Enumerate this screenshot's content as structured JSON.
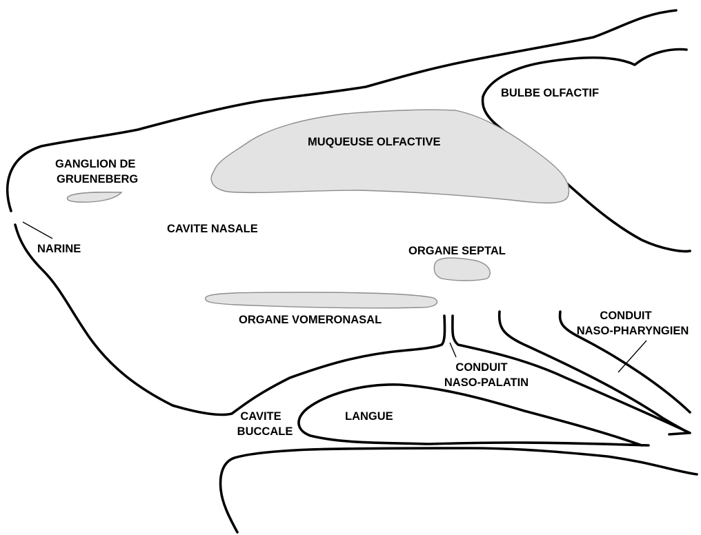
{
  "labels": {
    "bulbe_olfactif": "BULBE OLFACTIF",
    "muqueuse_olfactive": "MUQUEUSE OLFACTIVE",
    "ganglion_line1": "GANGLION DE",
    "ganglion_line2": "GRUENEBERG",
    "cavite_nasale": "CAVITE NASALE",
    "narine": "NARINE",
    "organe_septal": "ORGANE SEPTAL",
    "organe_vomeronasal": "ORGANE VOMERONASAL",
    "conduit_naso_pharyngien_line1": "CONDUIT",
    "conduit_naso_pharyngien_line2": "NASO-PHARYNGIEN",
    "conduit_naso_palatin_line1": "CONDUIT",
    "conduit_naso_palatin_line2": "NASO-PALATIN",
    "cavite_buccale_line1": "CAVITE",
    "cavite_buccale_line2": "BUCCALE",
    "langue": "LANGUE"
  },
  "colors": {
    "outline": "#000000",
    "region_fill": "#e3e3e3",
    "region_stroke": "#8c8c8c",
    "background": "#ffffff"
  }
}
